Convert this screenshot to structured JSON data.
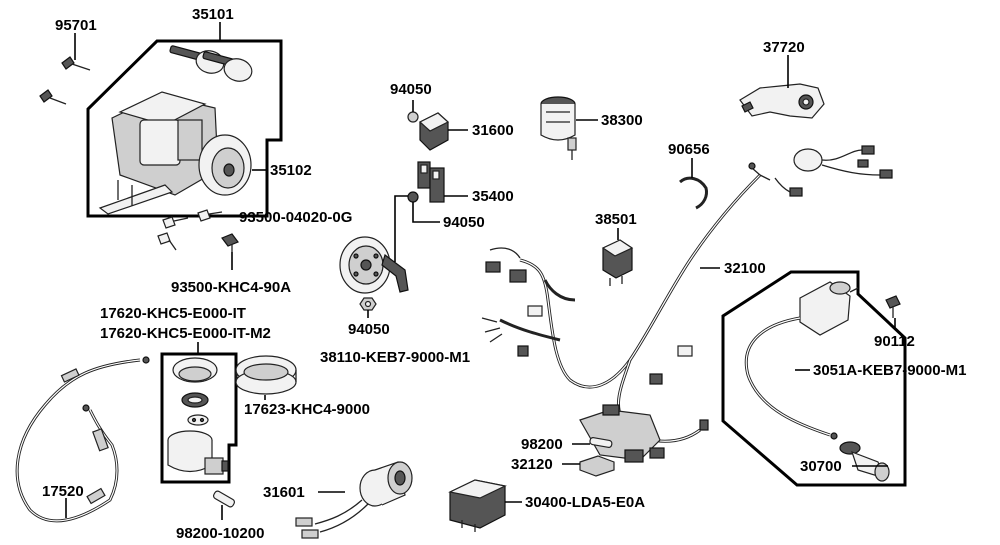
{
  "diagram": {
    "labels": {
      "p95701": "95701",
      "p35101": "35101",
      "p35102": "35102",
      "p93500_04020": "93500-04020-0G",
      "p93500_khc4": "93500-KHC4-90A",
      "p17620_a": "17620-KHC5-E000-IT",
      "p17620_b": "17620-KHC5-E000-IT-M2",
      "p17623": "17623-KHC4-9000",
      "p17520": "17520",
      "p98200_10200": "98200-10200",
      "p31601": "31601",
      "p94050_top": "94050",
      "p31600": "31600",
      "p35400": "35400",
      "p94050_mid": "94050",
      "p94050_low": "94050",
      "p38110": "38110-KEB7-9000-M1",
      "p38300": "38300",
      "p37720": "37720",
      "p90656": "90656",
      "p38501": "38501",
      "p32100": "32100",
      "p90112": "90112",
      "p3051a": "3051A-KEB7-9000-M1",
      "p30700": "30700",
      "p98200": "98200",
      "p32120": "32120",
      "p30400": "30400-LDA5-E0A"
    }
  }
}
